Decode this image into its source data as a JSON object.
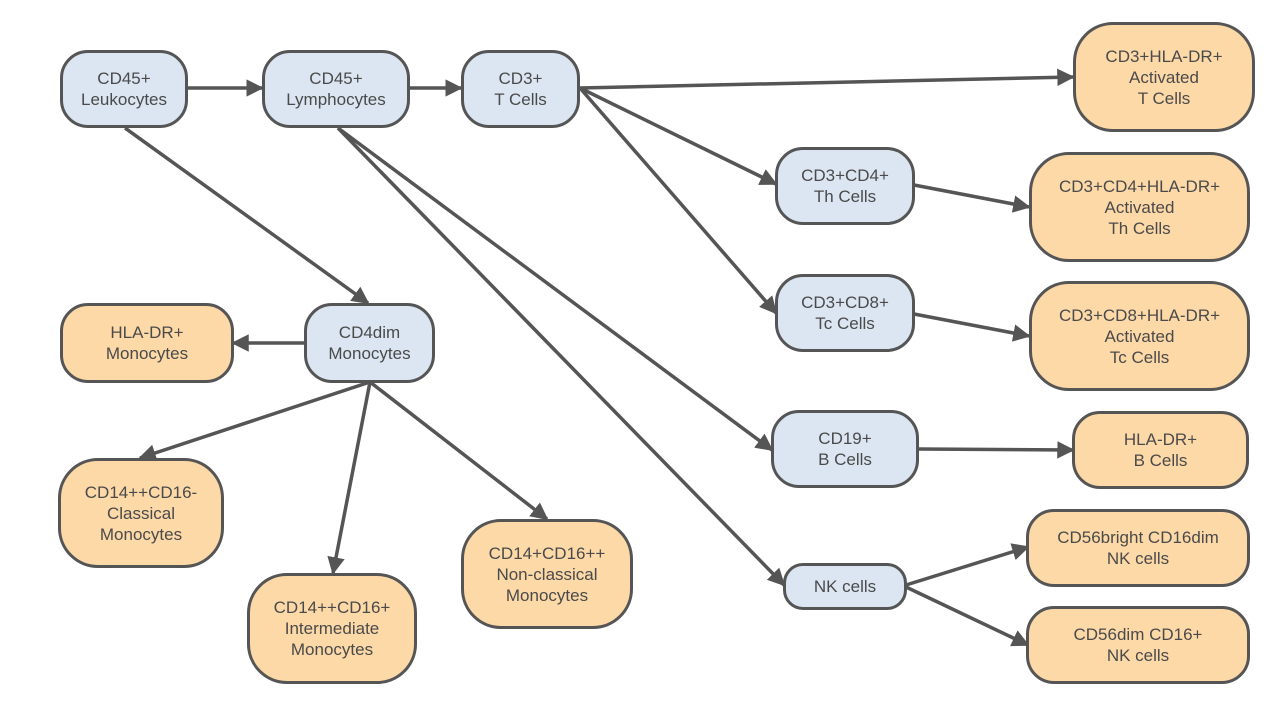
{
  "title": "Immune cell gating hierarchy",
  "colors": {
    "parent_fill": "#dce6f2",
    "leaf_fill": "#fdd9a8",
    "stroke": "#555555",
    "text": "#4a4a4a"
  },
  "nodes": [
    {
      "id": "leukocytes",
      "type": "blue",
      "lines": [
        "CD45+",
        "Leukocytes"
      ]
    },
    {
      "id": "lymphocytes",
      "type": "blue",
      "lines": [
        "CD45+",
        "Lymphocytes"
      ]
    },
    {
      "id": "tcells",
      "type": "blue",
      "lines": [
        "CD3+",
        "T Cells"
      ]
    },
    {
      "id": "act-tcells",
      "type": "orange",
      "lines": [
        "CD3+HLA-DR+",
        "Activated",
        "T Cells"
      ]
    },
    {
      "id": "th",
      "type": "blue",
      "lines": [
        "CD3+CD4+",
        "Th Cells"
      ]
    },
    {
      "id": "act-th",
      "type": "orange",
      "lines": [
        "CD3+CD4+HLA-DR+",
        "Activated",
        "Th Cells"
      ]
    },
    {
      "id": "tc",
      "type": "blue",
      "lines": [
        "CD3+CD8+",
        "Tc Cells"
      ]
    },
    {
      "id": "act-tc",
      "type": "orange",
      "lines": [
        "CD3+CD8+HLA-DR+",
        "Activated",
        "Tc Cells"
      ]
    },
    {
      "id": "bcells",
      "type": "blue",
      "lines": [
        "CD19+",
        "B Cells"
      ]
    },
    {
      "id": "hla-bcells",
      "type": "orange",
      "lines": [
        "HLA-DR+",
        "B Cells"
      ]
    },
    {
      "id": "nk",
      "type": "blue",
      "lines": [
        "NK cells"
      ]
    },
    {
      "id": "nk-bright",
      "type": "orange",
      "lines": [
        "CD56bright CD16dim",
        "NK cells"
      ]
    },
    {
      "id": "nk-dim",
      "type": "orange",
      "lines": [
        "CD56dim CD16+",
        "NK cells"
      ]
    },
    {
      "id": "cd4dim-mono",
      "type": "blue",
      "lines": [
        "CD4dim",
        "Monocytes"
      ]
    },
    {
      "id": "hla-mono",
      "type": "orange",
      "lines": [
        "HLA-DR+",
        "Monocytes"
      ]
    },
    {
      "id": "classical-mono",
      "type": "orange",
      "lines": [
        "CD14++CD16-",
        "Classical",
        "Monocytes"
      ]
    },
    {
      "id": "intermediate-mono",
      "type": "orange",
      "lines": [
        "CD14++CD16+",
        "Intermediate",
        "Monocytes"
      ]
    },
    {
      "id": "nonclassical-mono",
      "type": "orange",
      "lines": [
        "CD14+CD16++",
        "Non-classical",
        "Monocytes"
      ]
    }
  ],
  "edges": [
    {
      "from": "leukocytes",
      "to": "lymphocytes"
    },
    {
      "from": "leukocytes",
      "to": "cd4dim-mono"
    },
    {
      "from": "lymphocytes",
      "to": "tcells"
    },
    {
      "from": "lymphocytes",
      "to": "bcells"
    },
    {
      "from": "lymphocytes",
      "to": "nk"
    },
    {
      "from": "tcells",
      "to": "act-tcells"
    },
    {
      "from": "tcells",
      "to": "th"
    },
    {
      "from": "tcells",
      "to": "tc"
    },
    {
      "from": "th",
      "to": "act-th"
    },
    {
      "from": "tc",
      "to": "act-tc"
    },
    {
      "from": "bcells",
      "to": "hla-bcells"
    },
    {
      "from": "nk",
      "to": "nk-bright"
    },
    {
      "from": "nk",
      "to": "nk-dim"
    },
    {
      "from": "cd4dim-mono",
      "to": "hla-mono"
    },
    {
      "from": "cd4dim-mono",
      "to": "classical-mono"
    },
    {
      "from": "cd4dim-mono",
      "to": "intermediate-mono"
    },
    {
      "from": "cd4dim-mono",
      "to": "nonclassical-mono"
    }
  ]
}
